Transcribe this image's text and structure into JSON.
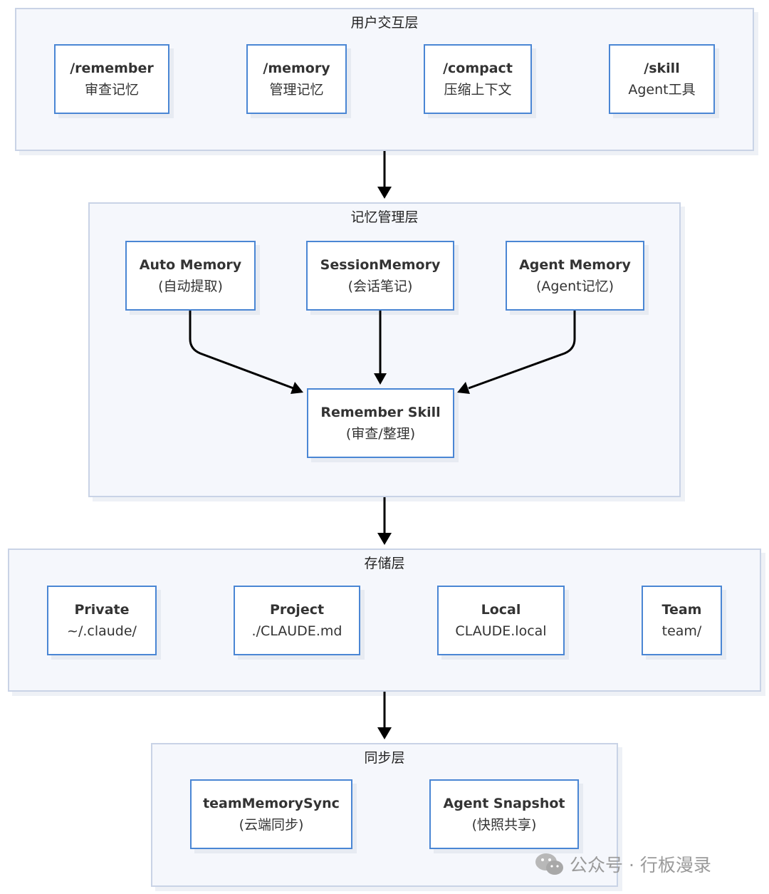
{
  "layers": {
    "user": {
      "title": "用户交互层"
    },
    "memory": {
      "title": "记忆管理层"
    },
    "storage": {
      "title": "存储层"
    },
    "sync": {
      "title": "同步层"
    }
  },
  "nodes": {
    "remember": {
      "title": "/remember",
      "sub": "审查记忆"
    },
    "memory_cmd": {
      "title": "/memory",
      "sub": "管理记忆"
    },
    "compact": {
      "title": "/compact",
      "sub": "压缩上下文"
    },
    "skill": {
      "title": "/skill",
      "sub": "Agent工具"
    },
    "auto_memory": {
      "title": "Auto Memory",
      "sub": "(自动提取)"
    },
    "session_memory": {
      "title": "SessionMemory",
      "sub": "(会话笔记)"
    },
    "agent_memory": {
      "title": "Agent Memory",
      "sub": "(Agent记忆)"
    },
    "remember_skill": {
      "title": "Remember Skill",
      "sub": "(审查/整理)"
    },
    "private": {
      "title": "Private",
      "sub": "~/.claude/"
    },
    "project": {
      "title": "Project",
      "sub": "./CLAUDE.md"
    },
    "local": {
      "title": "Local",
      "sub": "CLAUDE.local"
    },
    "team": {
      "title": "Team",
      "sub": "team/"
    },
    "team_memory_sync": {
      "title": "teamMemorySync",
      "sub": "(云端同步)"
    },
    "agent_snapshot": {
      "title": "Agent Snapshot",
      "sub": "(快照共享)"
    }
  },
  "watermark": {
    "text": "公众号 · 行板漫录",
    "icon": "wechat-icon"
  },
  "colors": {
    "node_border": "#4a86d4",
    "layer_bg": "#f5f7fc",
    "layer_border": "#c9d3e6",
    "arrow": "#000000"
  }
}
